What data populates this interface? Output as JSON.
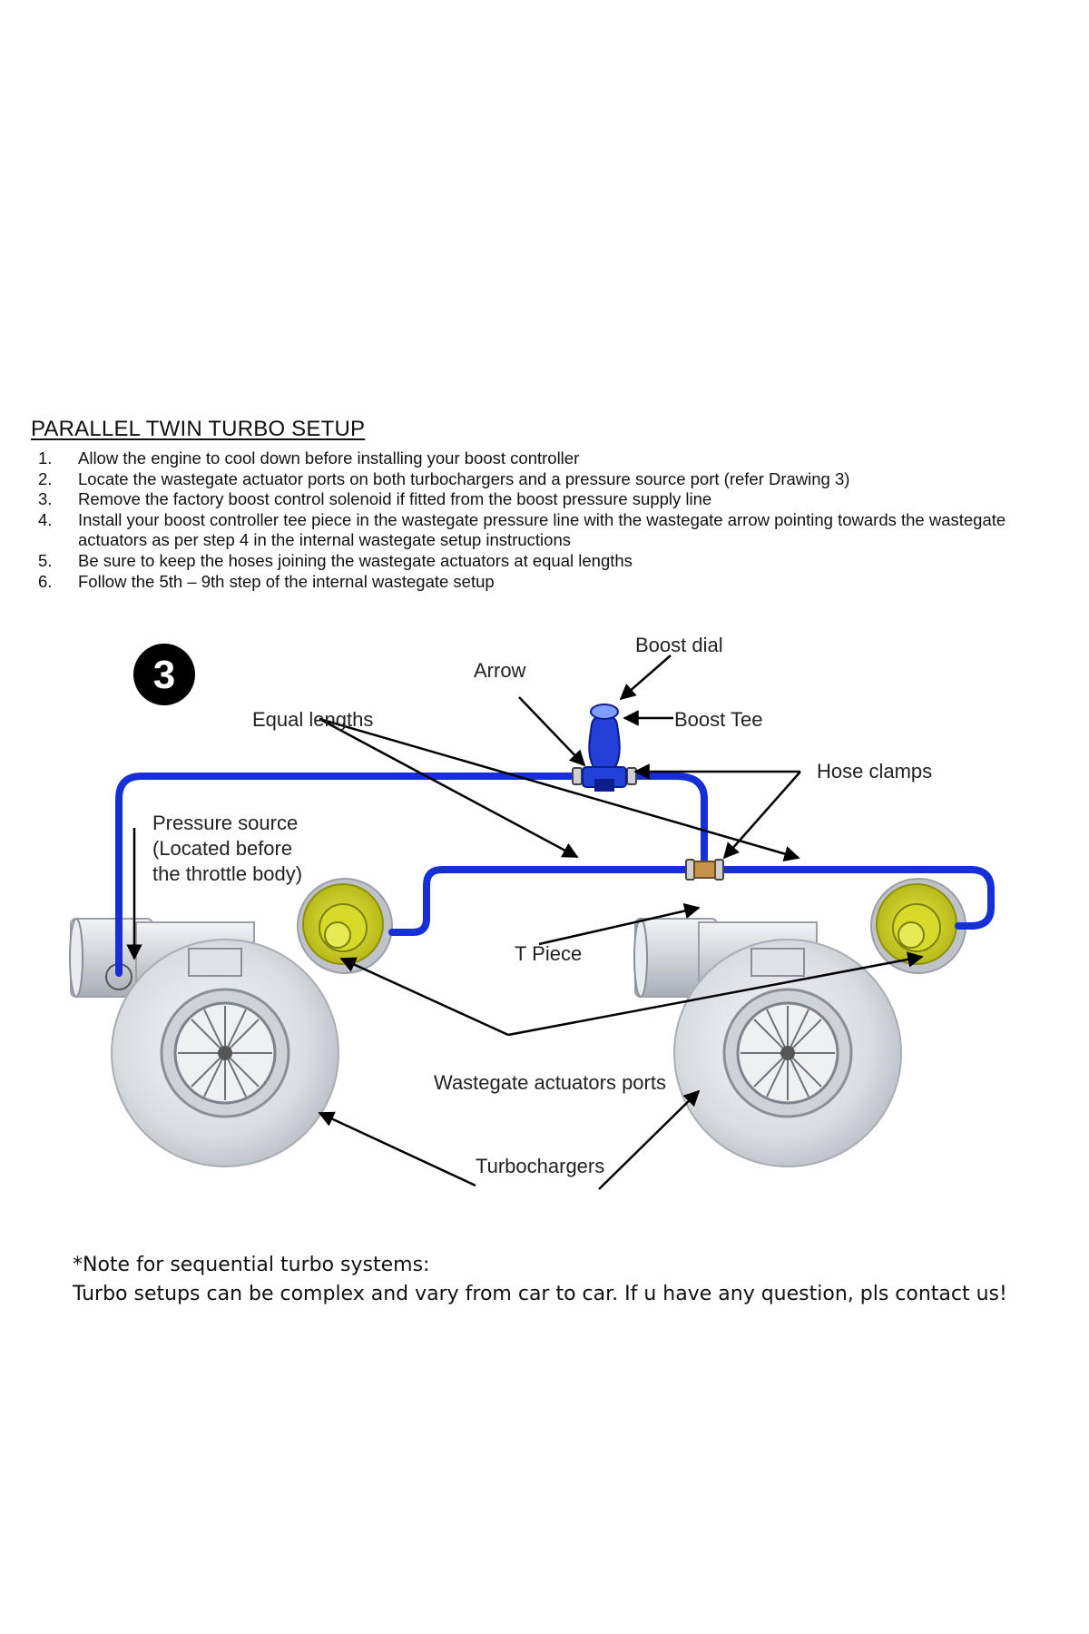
{
  "title": "PARALLEL TWIN TURBO SETUP",
  "steps": [
    {
      "num": "1.",
      "text": "Allow the engine to cool down before installing your boost controller"
    },
    {
      "num": "2.",
      "text": "Locate the wastegate actuator ports on both turbochargers and a pressure source port (refer Drawing 3)"
    },
    {
      "num": "3.",
      "text": "Remove the factory boost control solenoid if fitted from the boost pressure supply line"
    },
    {
      "num": "4.",
      "text": "Install your boost controller tee piece in the wastegate pressure line with the wastegate arrow pointing towards the wastegate actuators as per step 4 in the internal wastegate setup instructions"
    },
    {
      "num": "5.",
      "text": "Be sure to keep the hoses joining the wastegate actuators at equal lengths"
    },
    {
      "num": "6.",
      "text": "Follow the 5th – 9th step of the internal wastegate setup"
    }
  ],
  "diagram": {
    "badge": "3",
    "labels": {
      "boost_dial": "Boost dial",
      "arrow": "Arrow",
      "equal_lengths": "Equal lengths",
      "boost_tee": "Boost Tee",
      "hose_clamps": "Hose clamps",
      "pressure_source_1": "Pressure source",
      "pressure_source_2": "(Located before",
      "pressure_source_3": "the throttle body)",
      "t_piece": "T Piece",
      "wastegate_ports": "Wastegate actuators ports",
      "turbochargers": "Turbochargers"
    },
    "colors": {
      "hose": "#1730d6",
      "actuator": "#c9cc1e",
      "turbo_body": "#d9dde2",
      "tee": "#2240d8",
      "t_piece": "#c8914a"
    }
  },
  "note": {
    "line1": "*Note for sequential turbo systems:",
    "line2": "Turbo setups can be complex and vary from car to car. If u have any question, pls contact us!"
  }
}
